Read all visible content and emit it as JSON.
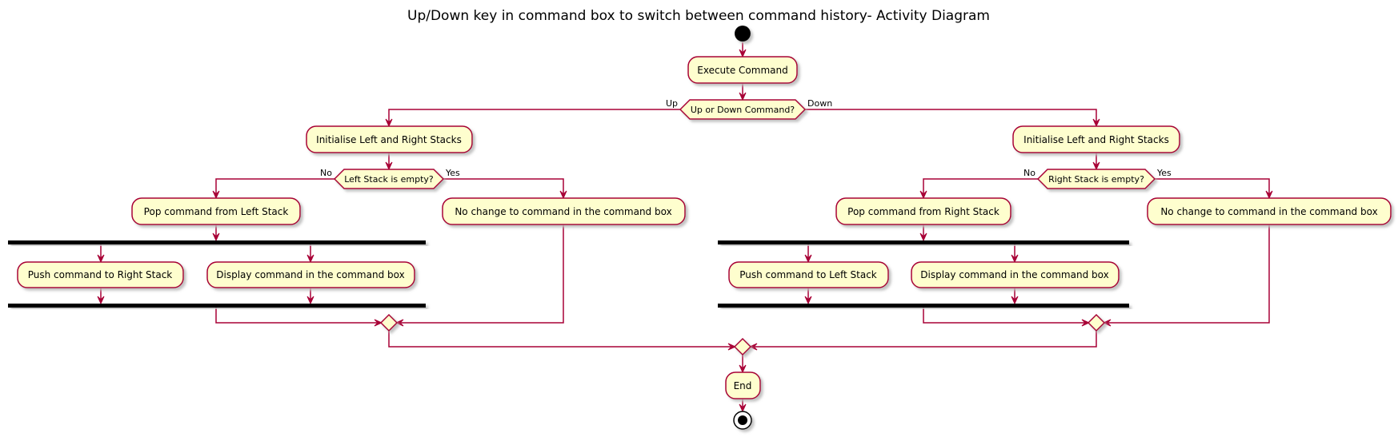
{
  "title": "Up/Down key in command box to switch between command history- Activity Diagram",
  "colors": {
    "fill": "#FEFECE",
    "stroke": "#A80036",
    "bar": "#000000",
    "shadow": "#BBBBBB"
  },
  "nodes": {
    "execute": "Execute Command",
    "decision_main": "Up or Down Command?",
    "up_label": "Up",
    "down_label": "Down",
    "init_left": "Initialise Left and Right Stacks",
    "init_right": "Initialise Left and Right Stacks",
    "decision_left": "Left Stack is empty?",
    "decision_right": "Right Stack is empty?",
    "no_left": "No",
    "yes_left": "Yes",
    "no_right": "No",
    "yes_right": "Yes",
    "pop_left": "Pop command from Left Stack",
    "nochange_left": "No change to command in the command box",
    "pop_right": "Pop command from Right Stack",
    "nochange_right": "No change to command in the command box",
    "push_right": "Push command to Right Stack",
    "display_left": "Display command in the command box",
    "push_left": "Push command to Left Stack",
    "display_right": "Display command in the command box",
    "end": "End"
  }
}
